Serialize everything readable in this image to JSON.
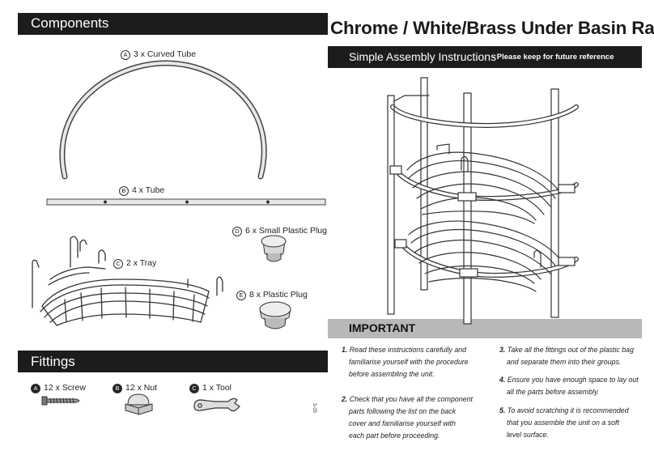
{
  "components": {
    "header": "Components",
    "items": [
      {
        "letter": "A",
        "text": "3 x Curved Tube"
      },
      {
        "letter": "B",
        "text": "4 x Tube"
      },
      {
        "letter": "C",
        "text": "2 x Tray"
      },
      {
        "letter": "D",
        "text": "6 x Small Plastic Plug"
      },
      {
        "letter": "E",
        "text": "8 x Plastic Plug"
      }
    ]
  },
  "fittings": {
    "header": "Fittings",
    "items": [
      {
        "letter": "A",
        "text": "12 x Screw"
      },
      {
        "letter": "B",
        "text": "12 x Nut"
      },
      {
        "letter": "C",
        "text": "1 x Tool"
      }
    ]
  },
  "title": "Chrome / White/Brass Under Basin Rack",
  "subtitle": "Simple Assembly Instructions",
  "subtitle_note": " - Please keep for future reference",
  "important": {
    "header": "IMPORTANT",
    "steps": [
      {
        "num": "1.",
        "lines": [
          "Read these instructions carefully and",
          "familiarise yourself with the procedure",
          "before assembling the unit."
        ]
      },
      {
        "num": "2.",
        "lines": [
          "Check that you have all the component",
          "parts following the list on the back",
          "cover and familiarise yourself with",
          "each part before proceeding."
        ]
      },
      {
        "num": "3.",
        "lines": [
          "Take all the fittings out of the plastic bag",
          "and separate them into their groups."
        ]
      },
      {
        "num": "4.",
        "lines": [
          "Ensure you have enough space to lay out",
          "all the parts before assembly."
        ]
      },
      {
        "num": "5.",
        "lines": [
          "To avoid scratching it is recommended",
          "that you assemble the unit on a soft",
          "level surface."
        ]
      }
    ]
  },
  "code": "3-05",
  "colors": {
    "bar": "#1c1c1c",
    "important_bar": "#b8b8b8",
    "line": "#333333"
  }
}
